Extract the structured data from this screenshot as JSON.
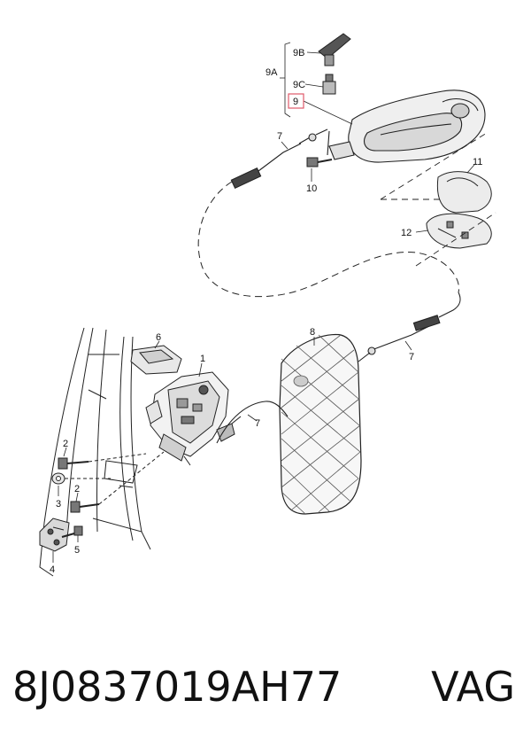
{
  "diagram": {
    "labels": {
      "l1": "1",
      "l2a": "2",
      "l2b": "2",
      "l3": "3",
      "l4": "4",
      "l5": "5",
      "l6": "6",
      "l7a": "7",
      "l7b": "7",
      "l7c": "7",
      "l8": "8",
      "l9": "9",
      "l9a": "9A",
      "l9b": "9B",
      "l9c": "9C",
      "l10": "10",
      "l11": "11",
      "l12": "12"
    },
    "highlight_color": "#e05a6a"
  },
  "footer": {
    "part_number": "8J0837019AH77",
    "brand": "VAG"
  }
}
